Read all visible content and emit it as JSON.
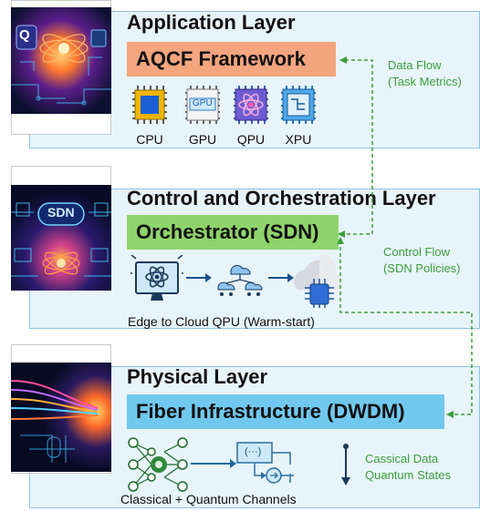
{
  "layers": {
    "application": {
      "title": "Application Layer",
      "framework": "AQCF Framework",
      "chips": [
        "CPU",
        "GPU",
        "QPU",
        "XPU"
      ],
      "gpu_chip_text": "GPU",
      "thumb_letter": "Q"
    },
    "control": {
      "title": "Control and Orchestration Layer",
      "orchestrator": "Orchestrator (SDN)",
      "caption": "Edge to Cloud QPU (Warm-start)",
      "thumb_text": "SDN"
    },
    "physical": {
      "title": "Physical Layer",
      "infrastructure": "Fiber Infrastructure (DWDM)",
      "caption": "Classical + Quantum Channels",
      "box_text": "(···)"
    }
  },
  "flows": {
    "data_flow": [
      "Data Flow",
      "(Task Metrics)"
    ],
    "control_flow": [
      "Control Flow",
      "(SDN Policies)"
    ],
    "legend": [
      "Cassical Data",
      "Quantum States"
    ]
  },
  "colors": {
    "framework_bg": "#f3a57e",
    "orchestrator_bg": "#8fd46b",
    "infrastructure_bg": "#71c8ee",
    "layer_bg": "#e8f4fb",
    "flow_green": "#3a9d3a"
  }
}
